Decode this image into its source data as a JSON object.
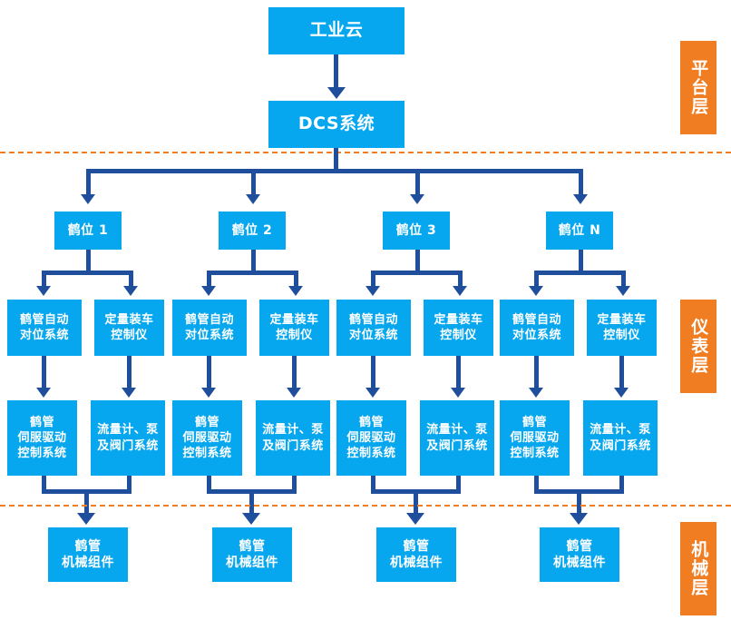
{
  "diagram": {
    "title_nodes": {
      "cloud": "工业云",
      "dcs": "DCS系统"
    },
    "layers": [
      {
        "id": "platform",
        "label": "平台层"
      },
      {
        "id": "instrument",
        "label": "仪表层"
      },
      {
        "id": "mechanical",
        "label": "机械层"
      }
    ],
    "bays": [
      {
        "label": "鹤位 1"
      },
      {
        "label": "鹤位 2"
      },
      {
        "label": "鹤位 3"
      },
      {
        "label": "鹤位 N"
      }
    ],
    "instrument_nodes": {
      "auto_align": {
        "line1": "鹤管自动",
        "line2": "对位系统"
      },
      "loading_ctrl": {
        "line1": "定量装车",
        "line2": "控制仪"
      }
    },
    "drive_nodes": {
      "servo": {
        "line1": "鹤管",
        "line2": "伺服驱动",
        "line3": "控制系统"
      },
      "valve": {
        "line1": "流量计、泵",
        "line2": "及阀门系统"
      }
    },
    "mechanical_node": {
      "line1": "鹤管",
      "line2": "机械组件"
    },
    "colors": {
      "node_blue": "#06a7ef",
      "connector_blue": "#1f4e9c",
      "layer_orange": "#f07d22",
      "divider_orange": "#f07d22",
      "background": "#ffffff"
    }
  }
}
